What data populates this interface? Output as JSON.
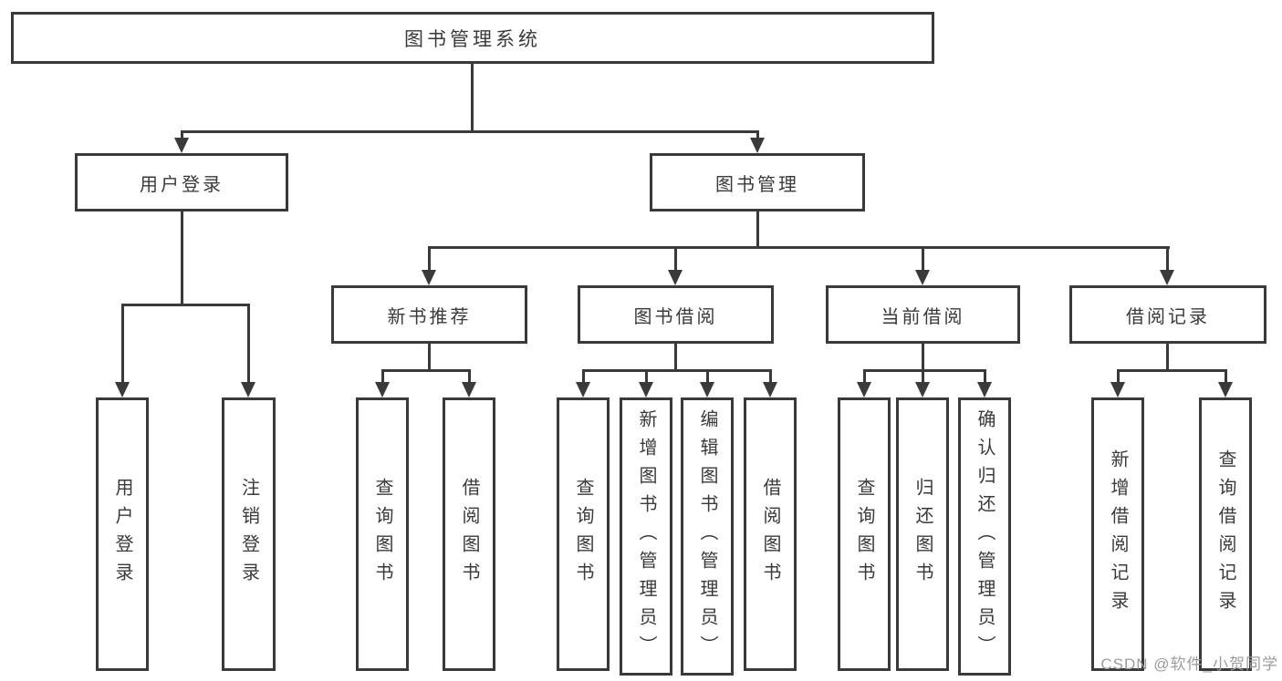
{
  "root": {
    "label": "图书管理系统"
  },
  "level2": {
    "user_login": {
      "label": "用户登录"
    },
    "book_mgmt": {
      "label": "图书管理"
    }
  },
  "user_login_children": [
    {
      "label": "用户登录"
    },
    {
      "label": "注销登录"
    }
  ],
  "book_mgmt_groups": [
    {
      "label": "新书推荐",
      "children": [
        {
          "label": "查询图书"
        },
        {
          "label": "借阅图书"
        }
      ]
    },
    {
      "label": "图书借阅",
      "children": [
        {
          "label": "查询图书"
        },
        {
          "label": "新增图书（管理员）"
        },
        {
          "label": "编辑图书（管理员）"
        },
        {
          "label": "借阅图书"
        }
      ]
    },
    {
      "label": "当前借阅",
      "children": [
        {
          "label": "查询图书"
        },
        {
          "label": "归还图书"
        },
        {
          "label": "确认归还（管理员）"
        }
      ]
    },
    {
      "label": "借阅记录",
      "children": [
        {
          "label": "新增借阅记录"
        },
        {
          "label": "查询借阅记录"
        }
      ]
    }
  ],
  "watermark": {
    "text": "CSDN @软件_小贺同学"
  },
  "colors": {
    "line": "#3a3a3a",
    "text": "#3a3a3a",
    "watermark": "#9c9c9c",
    "background": "#ffffff"
  }
}
